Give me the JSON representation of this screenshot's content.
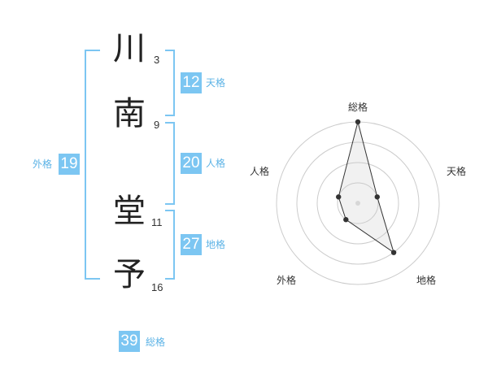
{
  "name": {
    "chars": [
      {
        "char": "川",
        "strokes": "3"
      },
      {
        "char": "南",
        "strokes": "9"
      },
      {
        "char": "堂",
        "strokes": "11"
      },
      {
        "char": "予",
        "strokes": "16"
      }
    ]
  },
  "fortune": {
    "ten": {
      "value": "12",
      "label": "天格"
    },
    "jin": {
      "value": "20",
      "label": "人格"
    },
    "chi": {
      "value": "27",
      "label": "地格"
    },
    "gai": {
      "value": "19",
      "label": "外格"
    },
    "sou": {
      "value": "39",
      "label": "総格"
    }
  },
  "colors": {
    "accent": "#7cc6f2",
    "label": "#5cb3e6"
  },
  "chart_data": {
    "type": "radar",
    "axes": [
      "総格",
      "天格",
      "地格",
      "外格",
      "人格"
    ],
    "values": [
      4,
      1,
      3,
      1,
      1
    ],
    "max": 4,
    "rings": 4
  }
}
